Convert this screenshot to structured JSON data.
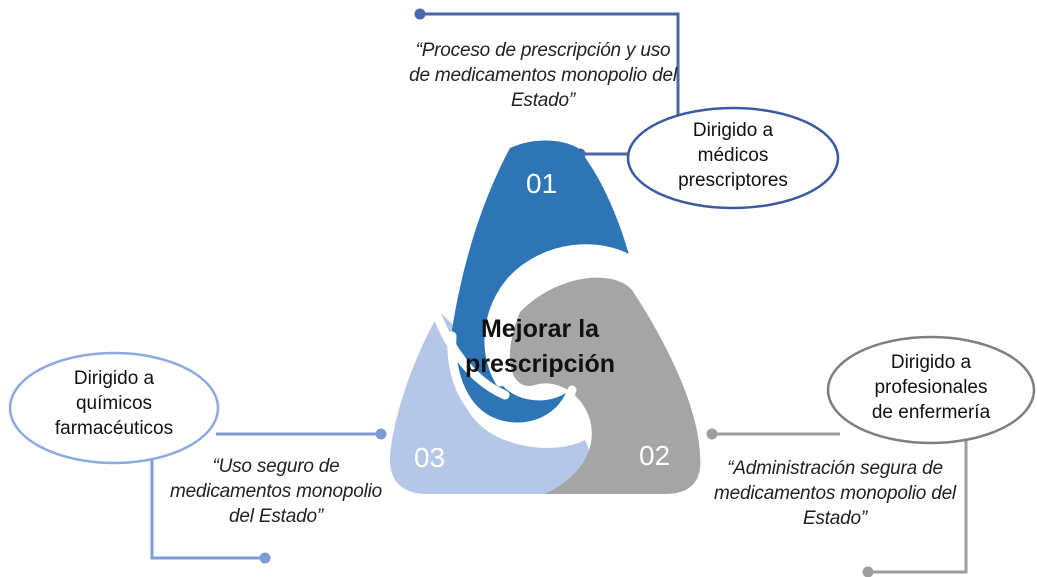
{
  "center": {
    "line1": "Mejorar la",
    "line2": "prescripción"
  },
  "segments": [
    {
      "number": "01",
      "color": "#2E75B6",
      "audience": [
        "Dirigido a",
        "médicos",
        "prescriptores"
      ],
      "quote": [
        "“Proceso de prescripción y uso",
        "de medicamentos monopolio del",
        "Estado”"
      ],
      "connector_color": "#4A67A8"
    },
    {
      "number": "02",
      "color": "#A5A5A5",
      "audience": [
        "Dirigido a",
        "profesionales",
        "de enfermería"
      ],
      "quote": [
        "“Administración segura de",
        "medicamentos monopolio del",
        "Estado”"
      ],
      "connector_color": "#9E9E9E"
    },
    {
      "number": "03",
      "color": "#B4C7E7",
      "audience": [
        "Dirigido a",
        "químicos",
        "farmacéuticos"
      ],
      "quote": [
        "“Uso seguro de",
        "medicamentos monopolio",
        "del Estado”"
      ],
      "connector_color": "#7E9BD6"
    }
  ]
}
